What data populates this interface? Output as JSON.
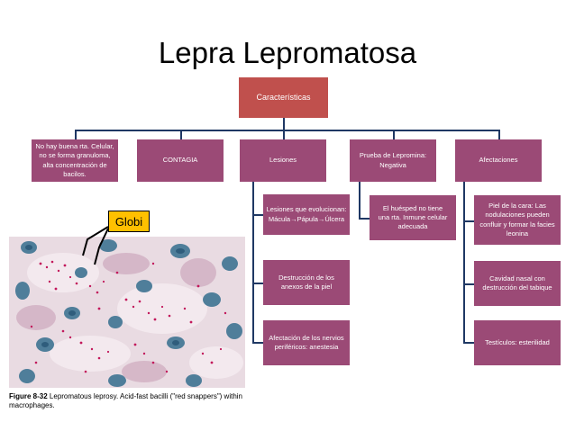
{
  "title": "Lepra Lepromatosa",
  "root": "Características",
  "level1": [
    "No hay buena rta. Celular, no se forma granuloma, alta concentración de bacilos.",
    "CONTAGIA",
    "Lesiones",
    "Prueba de Lepromina: Negativa",
    "Afectaciones"
  ],
  "lesiones_children": [
    "Lesiones que evolucionan: Mácula→Pápula→Úlcera",
    "Destrucción de los anexos de la piel",
    "Afectación de los nervios periféricos: anestesia"
  ],
  "prueba_children": [
    "El huésped no tiene una rta. Inmune celular adecuada"
  ],
  "afectaciones_children": [
    "Piel de la cara: Las nodulaciones pueden confluir y formar la facies leonina",
    "Cavidad nasal con destrucción del tabique",
    "Testículos: esterilidad"
  ],
  "callout": "Globi",
  "caption": {
    "figure": "Figure 8-32",
    "text": "Lepromatous leprosy. Acid-fast bacilli (\"red snappers\") within macrophages."
  },
  "colors": {
    "box": "#9b4a76",
    "root": "#c0504d",
    "connector": "#1f3864",
    "callout": "#ffc000"
  }
}
